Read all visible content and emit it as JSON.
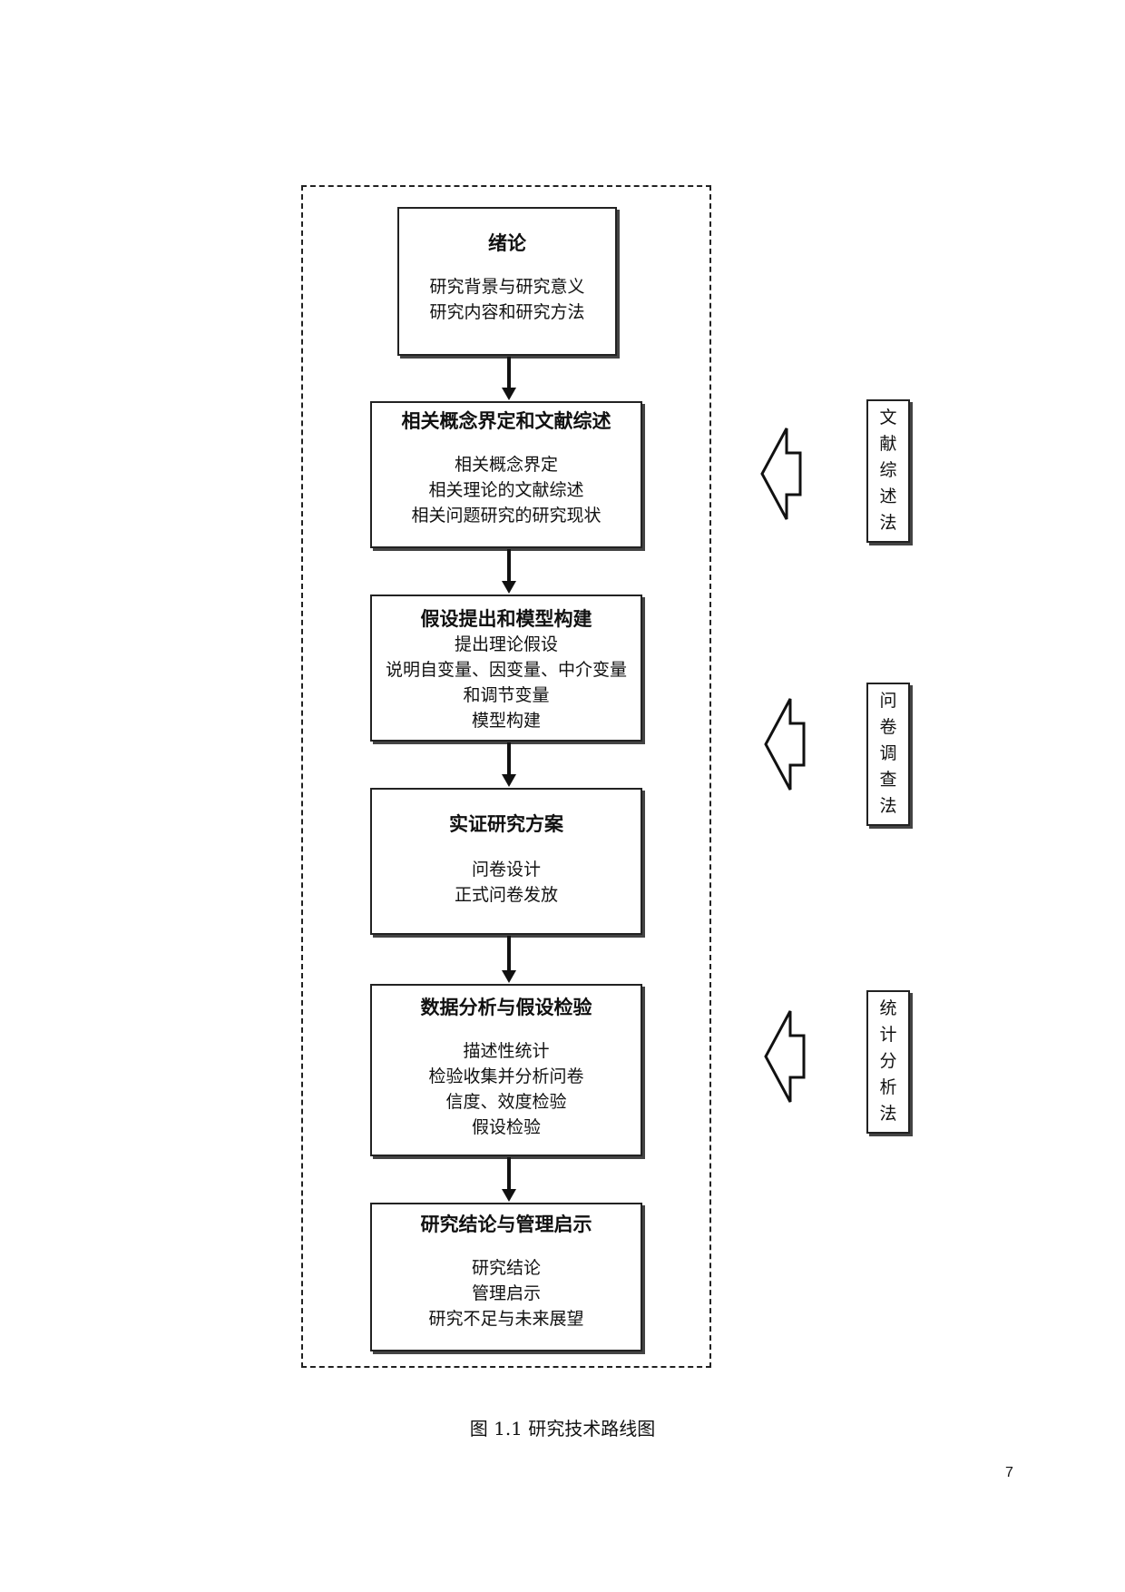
{
  "steps": [
    {
      "title": "绪论",
      "lines": [
        "研究背景与研究意义",
        "研究内容和研究方法"
      ]
    },
    {
      "title": "相关概念界定和文献综述",
      "lines": [
        "相关概念界定",
        "相关理论的文献综述",
        "相关问题研究的研究现状"
      ]
    },
    {
      "title": "假设提出和模型构建",
      "lines": [
        "提出理论假设",
        "说明自变量、因变量、中介变量",
        "和调节变量",
        "模型构建"
      ]
    },
    {
      "title": "实证研究方案",
      "lines": [
        "问卷设计",
        "正式问卷发放"
      ]
    },
    {
      "title": "数据分析与假设检验",
      "lines": [
        "描述性统计",
        "检验收集并分析问卷",
        "信度、效度检验",
        "假设检验"
      ]
    },
    {
      "title": "研究结论与管理启示",
      "lines": [
        "研究结论",
        "管理启示",
        "研究不足与未来展望"
      ]
    }
  ],
  "methods": [
    {
      "label": "文献综述法"
    },
    {
      "label": "问卷调查法"
    },
    {
      "label": "统计分析法"
    }
  ],
  "caption": "图 1.1  研究技术路线图",
  "page_number": "7"
}
